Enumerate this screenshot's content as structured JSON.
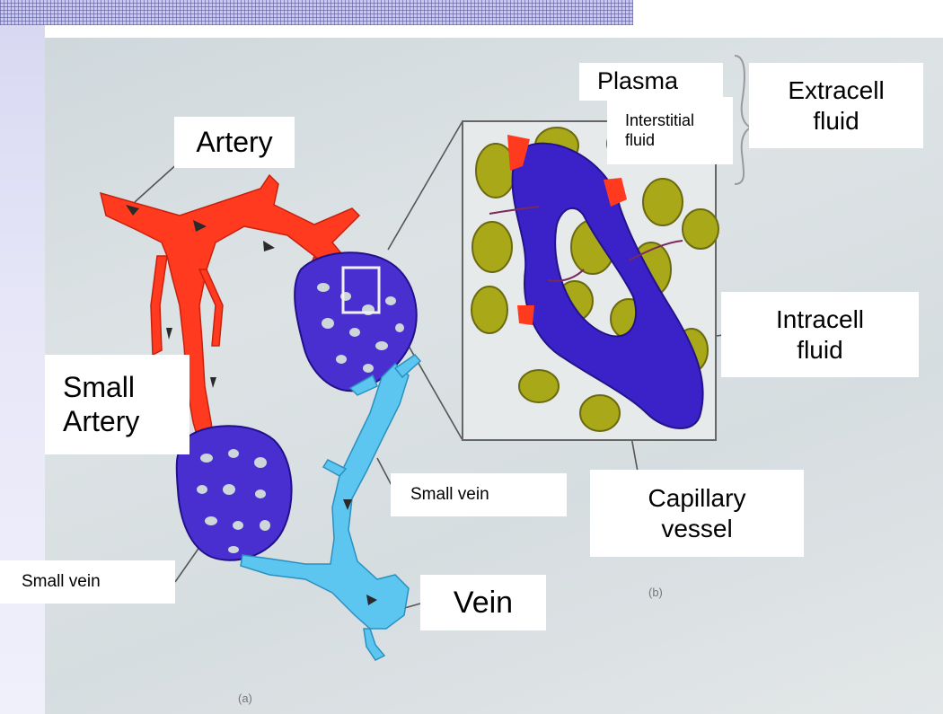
{
  "labels": {
    "artery": "Artery",
    "small_artery_line1": "Small",
    "small_artery_line2": "Artery",
    "small_vein_left": "Small vein",
    "small_vein_right": "Small vein",
    "vein": "Vein",
    "plasma": "Plasma",
    "interstitial_line1": "Interstitial",
    "interstitial_line2": "fluid",
    "extracell_line1": "Extracell",
    "extracell_line2": "fluid",
    "intracell_line1": "Intracell",
    "intracell_line2": "fluid",
    "capillary_line1": "Capillary",
    "capillary_line2": "vessel"
  },
  "panel_marks": {
    "a": "(a)",
    "b": "(b)"
  },
  "colors": {
    "artery": "#ff3a1f",
    "capillary_bed": "#4a2fd0",
    "vein": "#5cc6f0",
    "cell": "#a8a818",
    "label_bg": "#ffffff",
    "slide_band": "#c9c8ec"
  }
}
